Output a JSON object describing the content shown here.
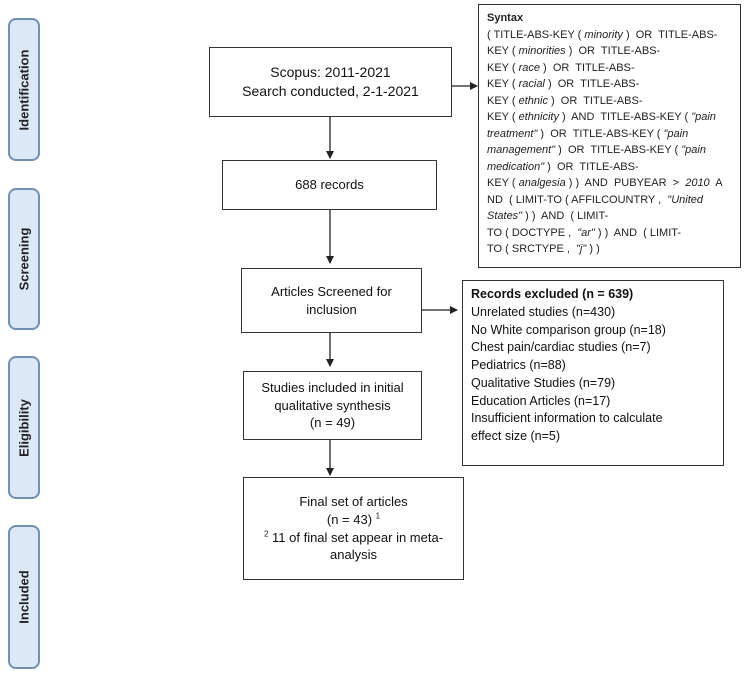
{
  "stages": [
    "Identification",
    "Screening",
    "Eligibility",
    "Included"
  ],
  "boxes": {
    "scopus": [
      "Scopus: 2011-2021",
      "Search conducted, 2-1-2021"
    ],
    "records": "688 records",
    "screened": [
      "Articles Screened for",
      "inclusion"
    ],
    "studies": [
      "Studies included in initial",
      "qualitative synthesis",
      "(n = 49)"
    ],
    "final": {
      "line1": "Final set of articles",
      "line2": "(n = 43)",
      "sup1": "1",
      "sup2": "2",
      "line3a": "11 of final set appear in meta-",
      "line3b": "analysis"
    }
  },
  "syntax": {
    "title": "Syntax",
    "lines": [
      [
        {
          "t": "( TITLE-ABS-KEY ( "
        },
        {
          "t": "minority",
          "i": true
        },
        {
          "t": " )  OR  TITLE-ABS-"
        }
      ],
      [
        {
          "t": "KEY ( "
        },
        {
          "t": "minorities",
          "i": true
        },
        {
          "t": " )  OR  TITLE-ABS-"
        }
      ],
      [
        {
          "t": "KEY ( "
        },
        {
          "t": "race",
          "i": true
        },
        {
          "t": " )  OR  TITLE-ABS-"
        }
      ],
      [
        {
          "t": "KEY ( "
        },
        {
          "t": "racial",
          "i": true
        },
        {
          "t": " )  OR  TITLE-ABS-"
        }
      ],
      [
        {
          "t": "KEY ( "
        },
        {
          "t": "ethnic",
          "i": true
        },
        {
          "t": " )  OR  TITLE-ABS-"
        }
      ],
      [
        {
          "t": "KEY ( "
        },
        {
          "t": "ethnicity",
          "i": true
        },
        {
          "t": " )  AND  TITLE-ABS-KEY ( "
        },
        {
          "t": "\"pain",
          "i": true
        }
      ],
      [
        {
          "t": "treatment\"",
          "i": true
        },
        {
          "t": " )  OR  TITLE-ABS-KEY ( "
        },
        {
          "t": "\"pain",
          "i": true
        }
      ],
      [
        {
          "t": "management\"",
          "i": true
        },
        {
          "t": " )  OR  TITLE-ABS-KEY ( "
        },
        {
          "t": "\"pain",
          "i": true
        }
      ],
      [
        {
          "t": "medication\"",
          "i": true
        },
        {
          "t": " )  OR  TITLE-ABS-"
        }
      ],
      [
        {
          "t": "KEY ( "
        },
        {
          "t": "analgesia",
          "i": true
        },
        {
          "t": " ) )  AND  PUBYEAR  >  "
        },
        {
          "t": "2010",
          "i": true
        },
        {
          "t": "  A"
        }
      ],
      [
        {
          "t": "ND  ( LIMIT-TO ( AFFILCOUNTRY ,  "
        },
        {
          "t": "\"United",
          "i": true
        }
      ],
      [
        {
          "t": "States\"",
          "i": true
        },
        {
          "t": " ) )  AND  ( LIMIT-"
        }
      ],
      [
        {
          "t": "TO ( DOCTYPE ,  "
        },
        {
          "t": "\"ar\"",
          "i": true
        },
        {
          "t": " ) )  AND  ( LIMIT-"
        }
      ],
      [
        {
          "t": "TO ( SRCTYPE ,  "
        },
        {
          "t": "\"j\"",
          "i": true
        },
        {
          "t": " ) )"
        }
      ]
    ]
  },
  "excluded": {
    "title": "Records excluded (n = 639)",
    "items": [
      "Unrelated studies (n=430)",
      "No White comparison group (n=18)",
      "Chest pain/cardiac studies (n=7)",
      "Pediatrics (n=88)",
      "Qualitative Studies (n=79)",
      "Education Articles (n=17)",
      "Insufficient information to calculate",
      "effect size (n=5)"
    ]
  },
  "colors": {
    "stage_fill": "#dce8f6",
    "stage_border": "#6f8fb4",
    "box_border": "#333333"
  }
}
